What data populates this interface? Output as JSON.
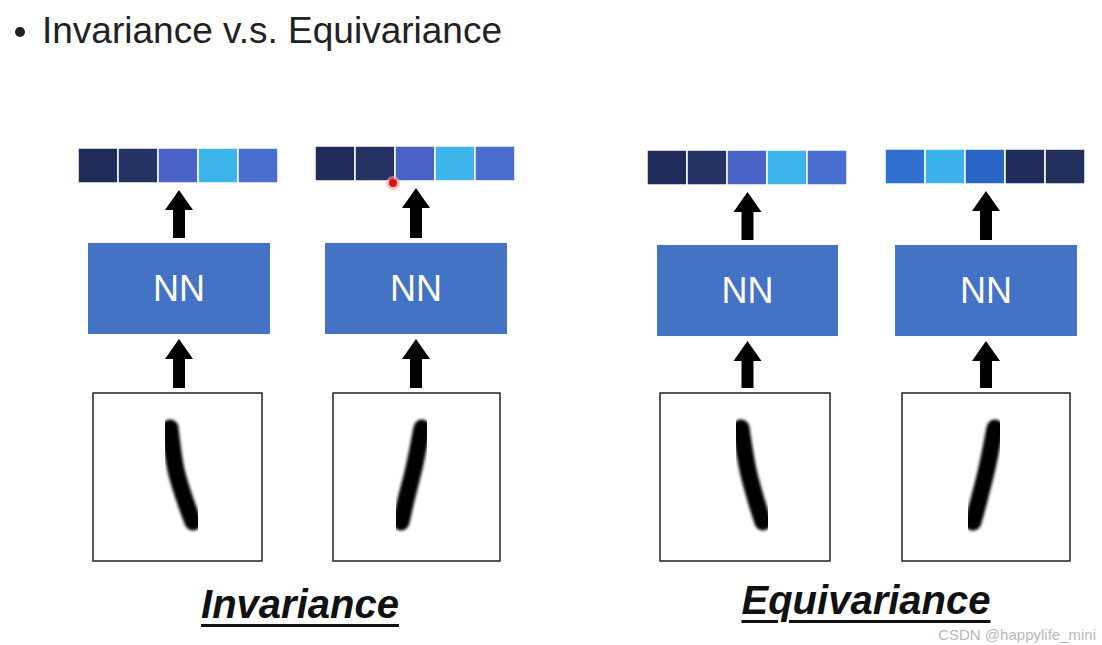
{
  "diagram": {
    "title": "Invariance v.s. Equivariance",
    "nodes": [
      {
        "text": [
          "NN"
        ]
      },
      {
        "text": [
          "NN"
        ]
      },
      {
        "text": [
          "NN"
        ]
      },
      {
        "text": [
          "NN"
        ]
      }
    ],
    "labels": [
      "Invariance",
      "Equivariance",
      "CSDN @happylife_mini"
    ]
  }
}
